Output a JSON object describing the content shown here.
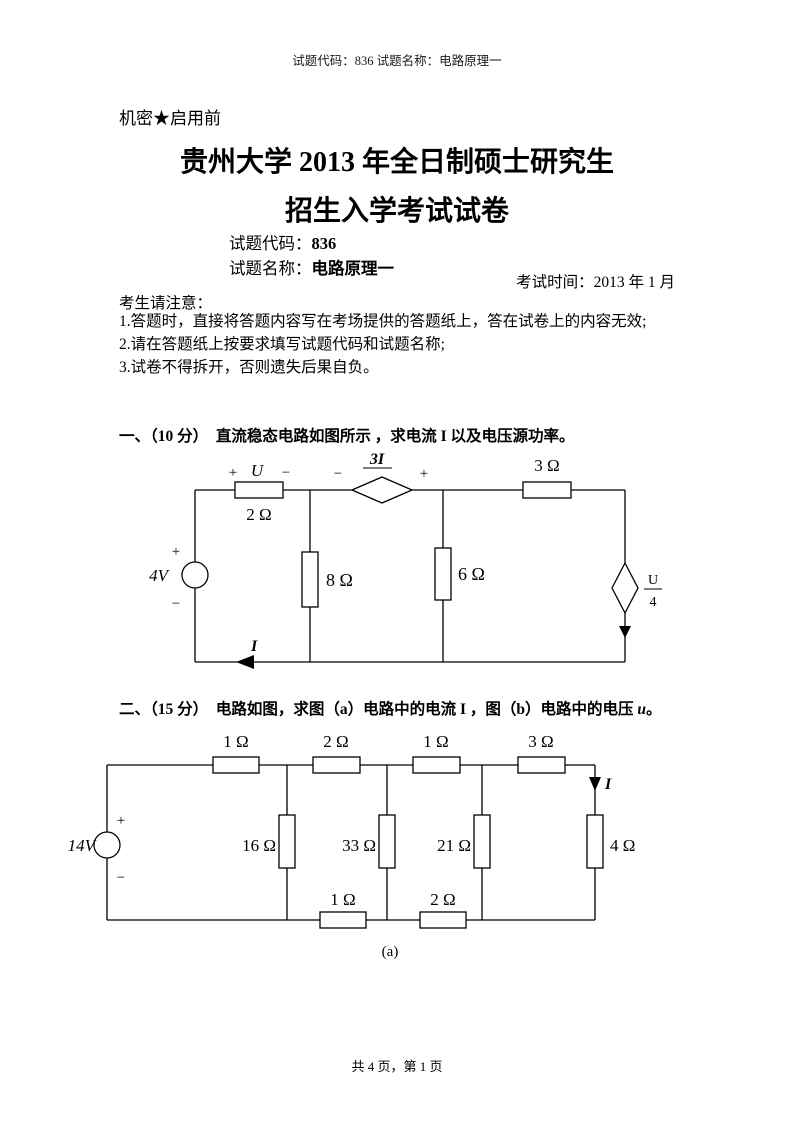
{
  "header": {
    "top_line": "试题代码：836 试题名称：电路原理一"
  },
  "document": {
    "confidential": "机密★启用前",
    "title_line1": "贵州大学 2013 年全日制硕士研究生",
    "title_line2": "招生入学考试试卷",
    "code_label": "试题代码：",
    "code_value": "836",
    "name_label": "试题名称：",
    "name_value": "电路原理一",
    "exam_time": "考试时间：2013 年 1 月",
    "notice_heading": "考生请注意：",
    "notices": [
      "1.答题时，直接将答题内容写在考场提供的答题纸上，答在试卷上的内容无效;",
      "2.请在答题纸上按要求填写试题代码和试题名称;",
      "3.试卷不得拆开，否则遗失后果自负。"
    ],
    "footer": "共 4 页，第 1 页"
  },
  "questions": {
    "q1": "一、（10 分）　直流稳态电路如图所示 ，求电流 I 以及电压源功率。",
    "q2_main": "二、（15 分）　电路如图，求图（a）电路中的电流 I ，图（b）电路中的电压 ",
    "q2_var": "u",
    "q2_end": "。"
  },
  "circuit1": {
    "source_label": "4V",
    "source_plus": "+",
    "source_minus": "−",
    "r1_label": "2 Ω",
    "u_plus": "+",
    "u_label": "U",
    "u_minus": "−",
    "dep1_label": "3I",
    "dep1_minus": "−",
    "dep1_plus": "+",
    "r2_label": "3 Ω",
    "r3_label": "8 Ω",
    "r4_label": "6 Ω",
    "dep2_num": "U",
    "dep2_den": "4",
    "current_label": "I"
  },
  "circuit2": {
    "source_label": "14V",
    "source_plus": "+",
    "source_minus": "−",
    "top_r": [
      "1 Ω",
      "2 Ω",
      "1 Ω",
      "3 Ω"
    ],
    "mid_r": [
      "16 Ω",
      "33 Ω",
      "21 Ω",
      "4 Ω"
    ],
    "bottom_r": [
      "1 Ω",
      "2 Ω"
    ],
    "current_label": "I",
    "caption": "(a)"
  }
}
